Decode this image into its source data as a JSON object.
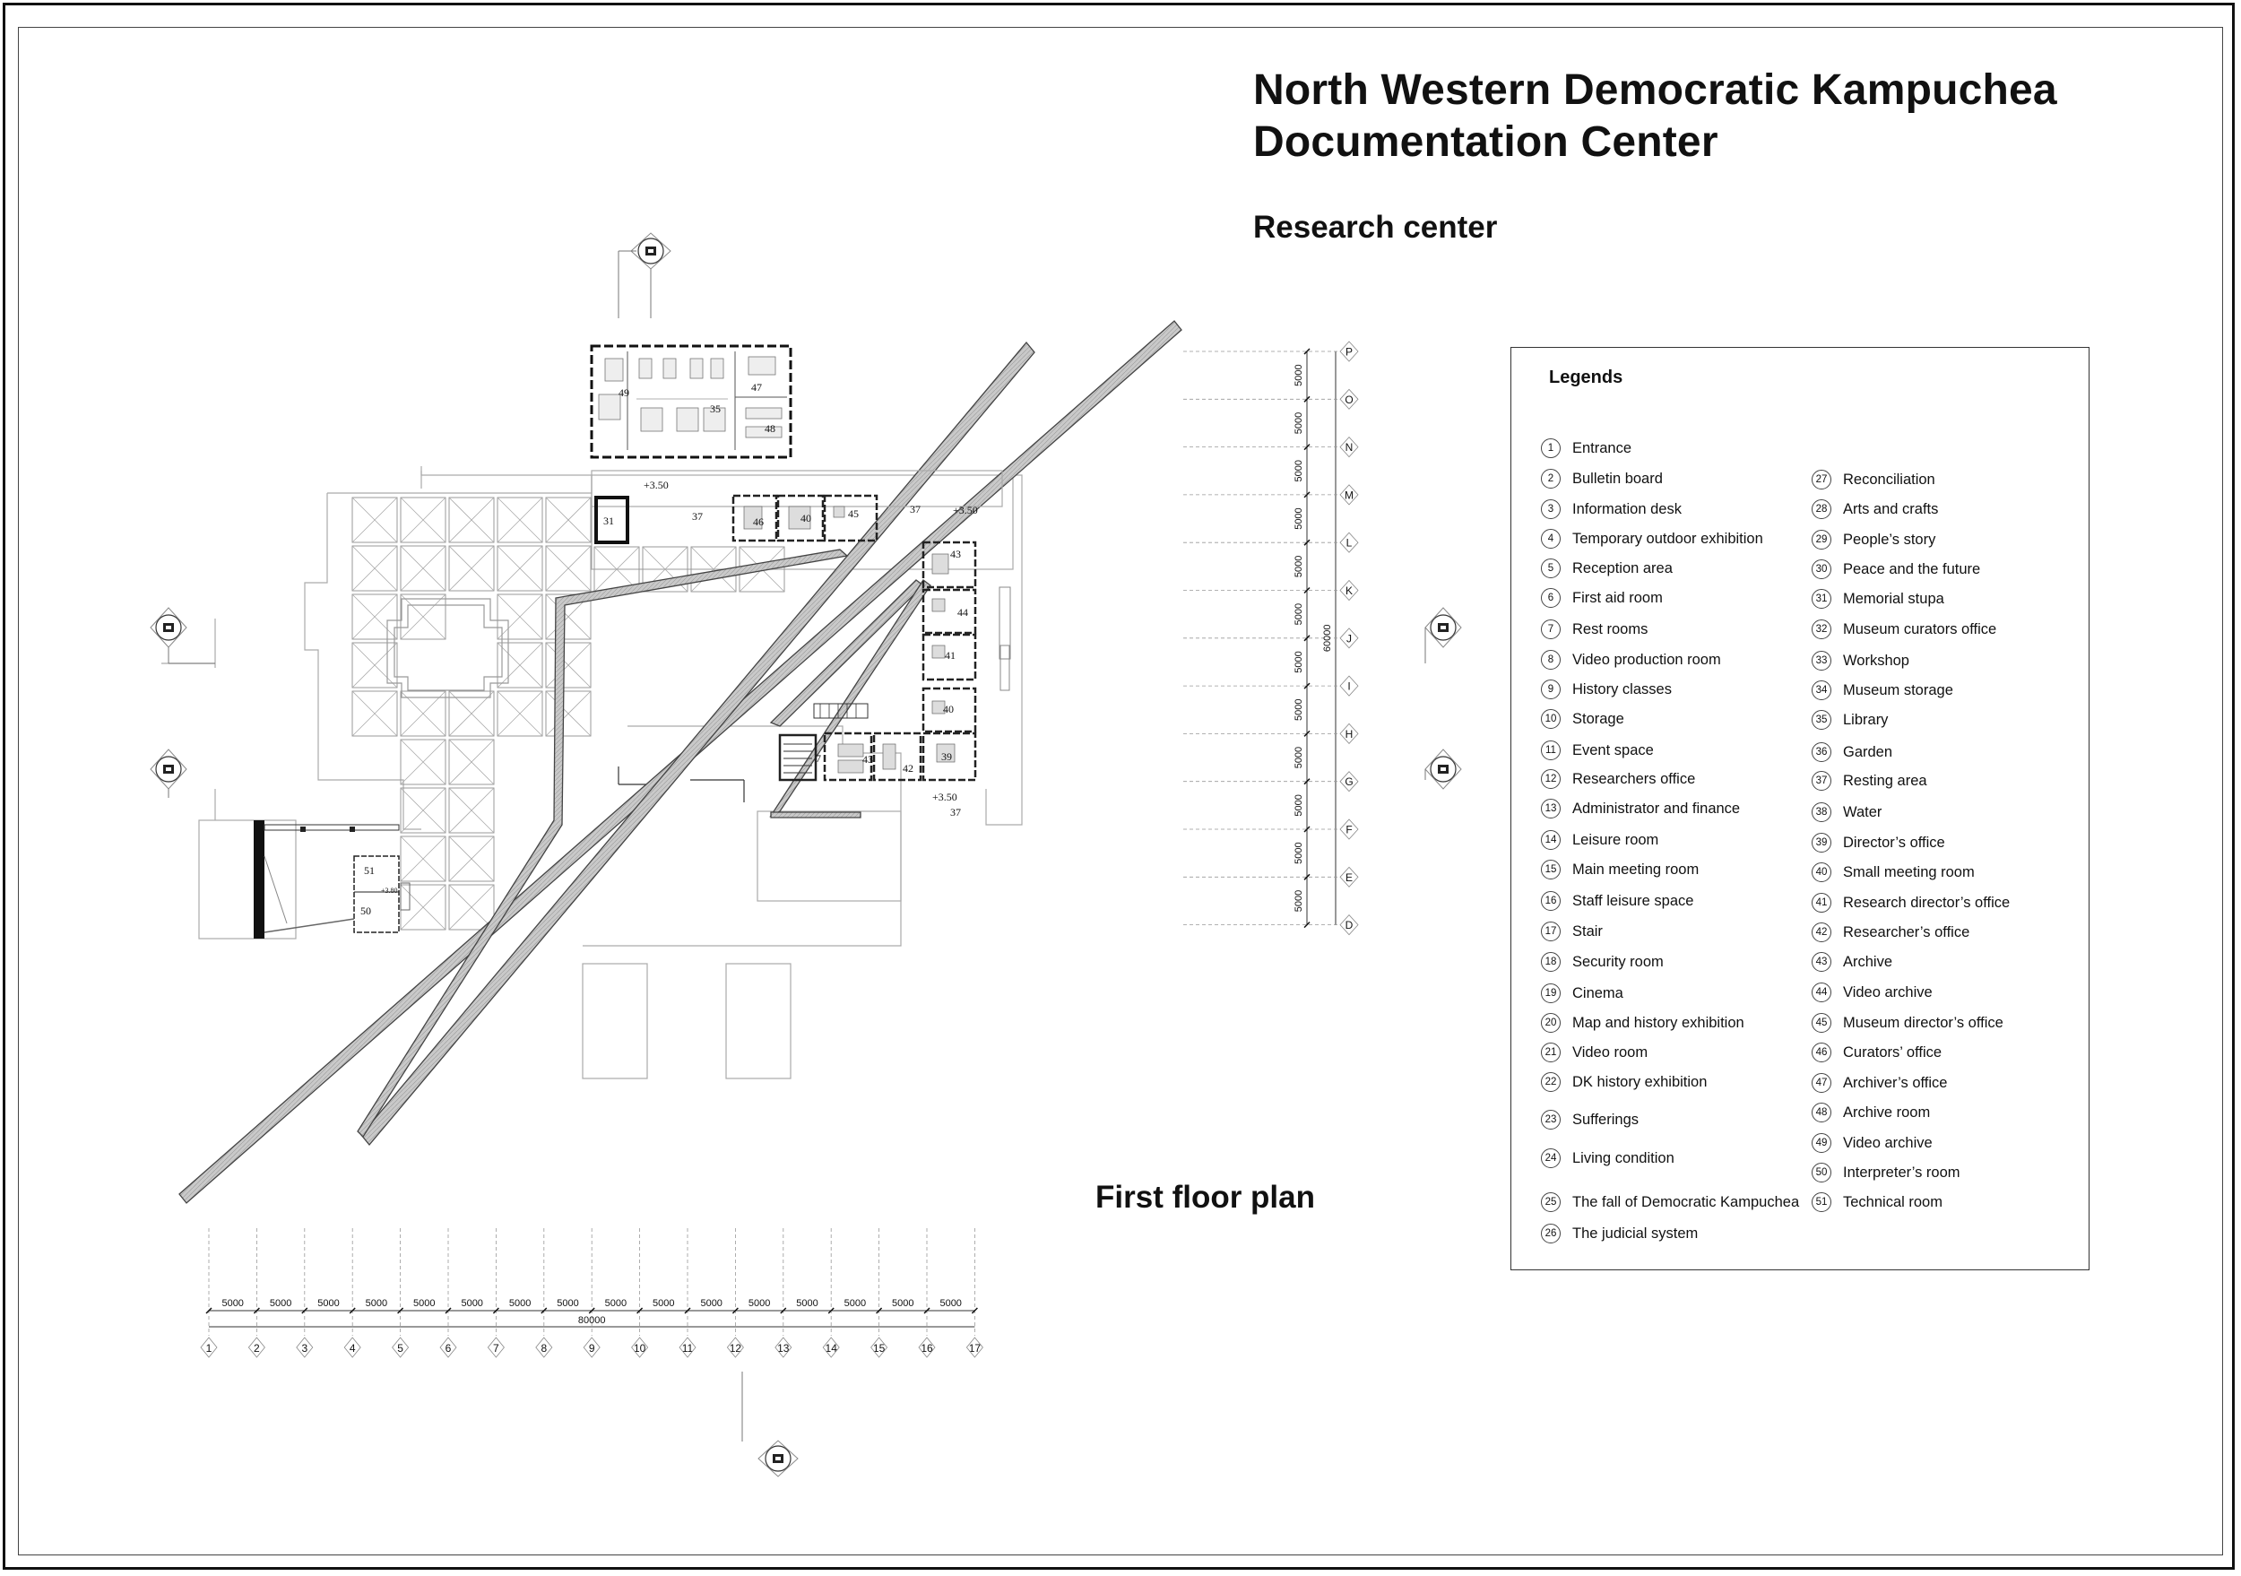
{
  "header": {
    "title_line1": "North Western Democratic Kampuchea",
    "title_line2": "Documentation Center",
    "subtitle": "Research center"
  },
  "plan": {
    "title": "First floor plan",
    "levels": [
      "+3.50",
      "+3.50",
      "+3.50",
      "+3.80"
    ],
    "room_labels": [
      "49",
      "47",
      "35",
      "48",
      "31",
      "37",
      "46",
      "40",
      "45",
      "37",
      "43",
      "44",
      "41",
      "40",
      "43",
      "42",
      "39",
      "37",
      "7",
      "51",
      "50"
    ],
    "horizontal_dims": [
      "5000",
      "5000",
      "5000",
      "5000",
      "5000",
      "5000",
      "5000",
      "5000",
      "5000",
      "5000",
      "5000",
      "5000",
      "5000",
      "5000",
      "5000",
      "5000"
    ],
    "horizontal_total": "80000",
    "horizontal_grid": [
      "1",
      "2",
      "3",
      "4",
      "5",
      "6",
      "7",
      "8",
      "9",
      "10",
      "11",
      "12",
      "13",
      "14",
      "15",
      "16",
      "17"
    ],
    "vertical_dims": [
      "5000",
      "5000",
      "5000",
      "5000",
      "5000",
      "5000",
      "5000",
      "5000",
      "5000",
      "5000",
      "5000",
      "5000"
    ],
    "vertical_total": "60000",
    "vertical_grid": [
      "P",
      "O",
      "N",
      "M",
      "L",
      "K",
      "J",
      "I",
      "H",
      "G",
      "F",
      "E",
      "D"
    ],
    "section_marker_icon": "section-marker-icon"
  },
  "legend": {
    "title": "Legends",
    "items": [
      {
        "num": "1",
        "label": "Entrance"
      },
      {
        "num": "2",
        "label": "Bulletin board"
      },
      {
        "num": "3",
        "label": "Information desk"
      },
      {
        "num": "4",
        "label": "Temporary outdoor exhibition"
      },
      {
        "num": "5",
        "label": "Reception area"
      },
      {
        "num": "6",
        "label": "First aid room"
      },
      {
        "num": "7",
        "label": "Rest rooms"
      },
      {
        "num": "8",
        "label": "Video production room"
      },
      {
        "num": "9",
        "label": "History classes"
      },
      {
        "num": "10",
        "label": "Storage"
      },
      {
        "num": "11",
        "label": "Event space"
      },
      {
        "num": "12",
        "label": "Researchers office"
      },
      {
        "num": "13",
        "label": "Administrator and finance"
      },
      {
        "num": "14",
        "label": "Leisure room"
      },
      {
        "num": "15",
        "label": "Main meeting room"
      },
      {
        "num": "16",
        "label": "Staff leisure space"
      },
      {
        "num": "17",
        "label": "Stair"
      },
      {
        "num": "18",
        "label": "Security room"
      },
      {
        "num": "19",
        "label": "Cinema"
      },
      {
        "num": "20",
        "label": "Map and history exhibition"
      },
      {
        "num": "21",
        "label": "Video room"
      },
      {
        "num": "22",
        "label": "DK history exhibition"
      },
      {
        "num": "23",
        "label": "Sufferings"
      },
      {
        "num": "24",
        "label": "Living condition"
      },
      {
        "num": "25",
        "label": "The fall of Democratic Kampuchea"
      },
      {
        "num": "26",
        "label": "The judicial system"
      },
      {
        "num": "27",
        "label": "Reconciliation"
      },
      {
        "num": "28",
        "label": "Arts and crafts"
      },
      {
        "num": "29",
        "label": "People’s story"
      },
      {
        "num": "30",
        "label": "Peace and the future"
      },
      {
        "num": "31",
        "label": "Memorial stupa"
      },
      {
        "num": "32",
        "label": "Museum curators office"
      },
      {
        "num": "33",
        "label": "Workshop"
      },
      {
        "num": "34",
        "label": "Museum storage"
      },
      {
        "num": "35",
        "label": "Library"
      },
      {
        "num": "36",
        "label": "Garden"
      },
      {
        "num": "37",
        "label": "Resting area"
      },
      {
        "num": "38",
        "label": "Water"
      },
      {
        "num": "39",
        "label": "Director’s office"
      },
      {
        "num": "40",
        "label": "Small meeting room"
      },
      {
        "num": "41",
        "label": "Research director’s office"
      },
      {
        "num": "42",
        "label": "Researcher’s office"
      },
      {
        "num": "43",
        "label": "Archive"
      },
      {
        "num": "44",
        "label": "Video archive"
      },
      {
        "num": "45",
        "label": "Museum director’s office"
      },
      {
        "num": "46",
        "label": "Curators’ office"
      },
      {
        "num": "47",
        "label": "Archiver’s office"
      },
      {
        "num": "48",
        "label": "Archive room"
      },
      {
        "num": "49",
        "label": "Video archive"
      },
      {
        "num": "50",
        "label": "Interpreter’s room"
      },
      {
        "num": "51",
        "label": "Technical room"
      }
    ]
  }
}
